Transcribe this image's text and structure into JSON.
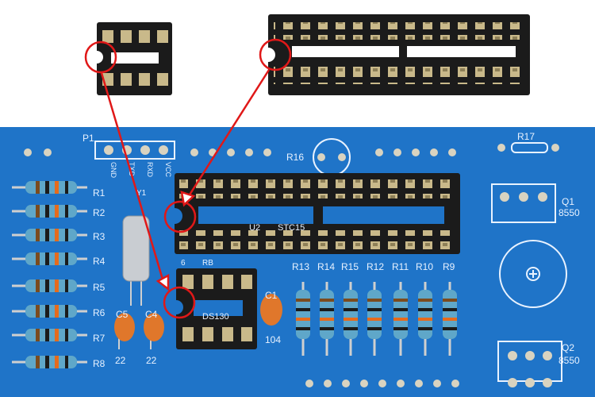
{
  "photo": {
    "colors": {
      "background": "#ffffff",
      "pcb_blue": "#1f74c8",
      "socket_black": "#1b1b1b",
      "pin_metal": "#c9b98a",
      "annotation_red": "#e01818"
    }
  },
  "silkscreen": {
    "header_label": "P1",
    "header_pins": [
      "GND",
      "TXD",
      "RXD",
      "VCC"
    ],
    "resistors_left": [
      "R1",
      "R2",
      "R3",
      "R4",
      "R5",
      "R6",
      "R7",
      "R8"
    ],
    "resistors_bottom": [
      "R13",
      "R14",
      "R15",
      "R12",
      "R11",
      "R10",
      "R9"
    ],
    "r16": "R16",
    "r17": "R17",
    "q1": "Q1",
    "q1_part": "8550",
    "q2": "Q2",
    "q2_part": "8550",
    "u2": "U2",
    "u2_part": "STC15",
    "u3_part": "DS130",
    "c1": "C1",
    "c1_value": "104",
    "c4": "C4",
    "c5": "C5",
    "c4_value": "22",
    "c5_value": "22",
    "crystal": "Y1",
    "small_socket_side": "6",
    "small_socket_side_b": "RB"
  }
}
